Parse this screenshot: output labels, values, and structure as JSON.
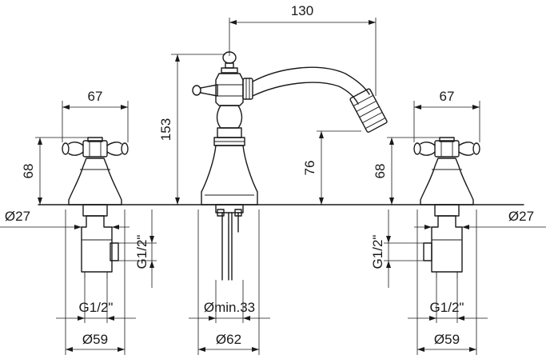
{
  "dimensions": {
    "spout_reach": "130",
    "handle_width_left": "67",
    "handle_width_right": "67",
    "spout_height": "153",
    "handle_height_left": "68",
    "handle_height_right": "68",
    "outlet_height": "76",
    "diameter_left": "Ø27",
    "diameter_right": "Ø27",
    "thread_vertical_left": "G1/2\"",
    "thread_vertical_right": "G1/2\"",
    "thread_bottom_left": "G1/2\"",
    "thread_bottom_right": "G1/2\"",
    "min_hole": "Ømin.33",
    "base_diameter_center": "Ø62",
    "base_diameter_left": "Ø59",
    "base_diameter_right": "Ø59"
  }
}
